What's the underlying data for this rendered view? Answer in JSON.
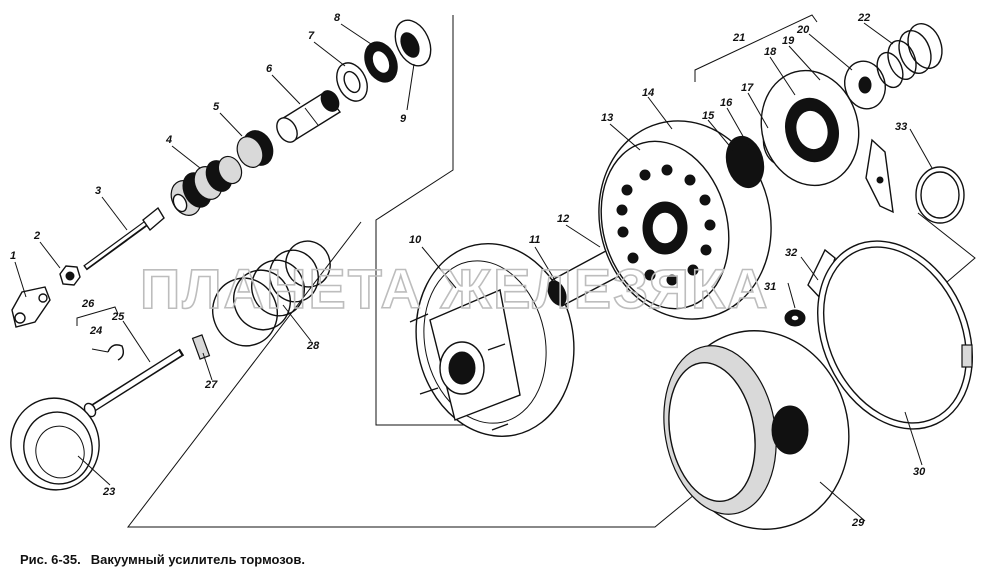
{
  "caption": {
    "label": "Рис. 6-35.",
    "text": "Вакуумный усилитель тормозов."
  },
  "watermark": "ПЛАНЕТА ЖЕЛЕЗЯКА",
  "callouts": [
    "1",
    "2",
    "3",
    "4",
    "5",
    "6",
    "7",
    "8",
    "9",
    "10",
    "11",
    "12",
    "13",
    "14",
    "15",
    "16",
    "17",
    "18",
    "19",
    "20",
    "21",
    "22",
    "23",
    "24",
    "25",
    "26",
    "27",
    "28",
    "29",
    "30",
    "31",
    "32",
    "33"
  ]
}
